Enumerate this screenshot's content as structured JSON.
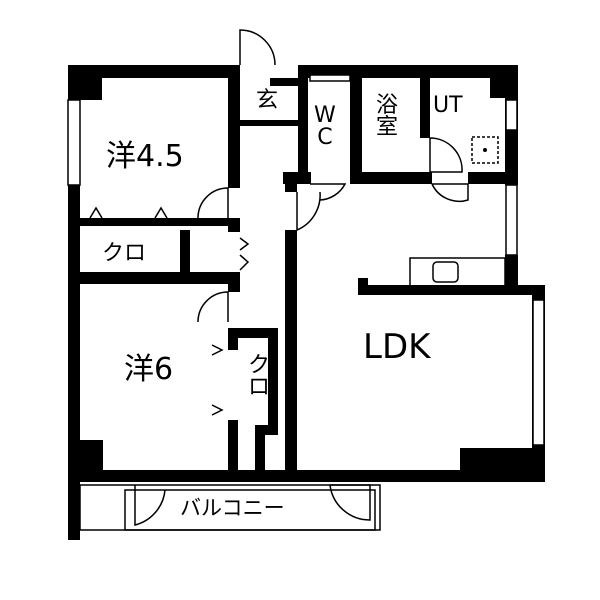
{
  "rooms": {
    "entrance": "玄",
    "wc": [
      "W",
      "C"
    ],
    "bath": [
      "浴",
      "室"
    ],
    "utility": "UT",
    "western1": "洋4.5",
    "closet1": "クロ",
    "western2": "洋6",
    "closet2": [
      "ク",
      "ロ"
    ],
    "ldk": "LDK",
    "balcony": "バルコニー"
  },
  "colors": {
    "wall": "#000000",
    "background": "#ffffff"
  }
}
